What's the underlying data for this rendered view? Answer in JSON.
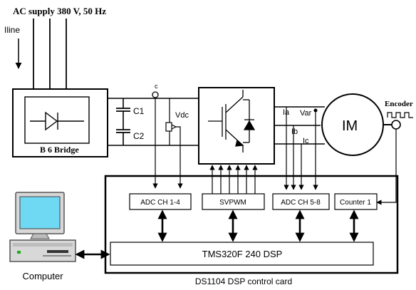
{
  "supply": {
    "title": "AC supply 380 V, 50 Hz",
    "line_label": "Iline"
  },
  "rectifier": {
    "label": "B 6 Bridge"
  },
  "dc_link": {
    "capacitor_1": "C1",
    "capacitor_2": "C2",
    "voltage_label": "Vdc",
    "node_label": "c"
  },
  "inverter_outputs": {
    "current_a": "Ia",
    "current_b": "Ib",
    "current_c": "Ic",
    "voltage_label": "Var"
  },
  "motor": {
    "label": "IM"
  },
  "encoder": {
    "label": "Encoder"
  },
  "control_card": {
    "adc1": "ADC CH 1-4",
    "svpwm": "SVPWM",
    "adc2": "ADC CH 5-8",
    "counter": "Counter 1",
    "dsp": "TMS320F 240 DSP",
    "caption": "DS1104 DSP control card"
  },
  "computer": {
    "label": "Computer"
  },
  "colors": {
    "line": "#000000",
    "monitor_screen": "#6fd8f2",
    "monitor_body": "#d8d8d8",
    "monitor_dark": "#555555",
    "led": "#22aa22"
  }
}
